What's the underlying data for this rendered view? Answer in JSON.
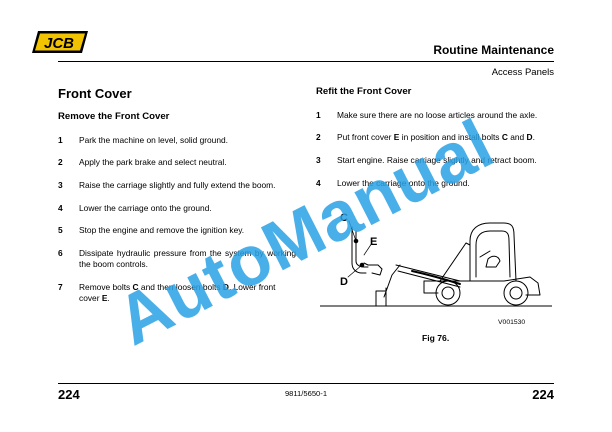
{
  "header": {
    "logo_text": "JCB",
    "title": "Routine Maintenance",
    "subtitle": "Access Panels"
  },
  "main": {
    "title": "Front Cover",
    "remove": {
      "heading": "Remove the Front Cover",
      "steps": [
        {
          "num": "1",
          "text": "Park the machine on level, solid ground."
        },
        {
          "num": "2",
          "text": "Apply the park brake and select neutral."
        },
        {
          "num": "3",
          "text": "Raise the carriage slightly and fully extend the boom."
        },
        {
          "num": "4",
          "text": "Lower the carriage onto the ground."
        },
        {
          "num": "5",
          "text": "Stop the engine and remove the ignition key."
        },
        {
          "num": "6",
          "text": "Dissipate hydraulic pressure from the system by working the boom controls."
        },
        {
          "num": "7",
          "t1": "Remove bolts ",
          "b1": "C",
          "t2": " and then loosen bolts ",
          "b2": "D",
          "t3": ". Lower front cover ",
          "b3": "E",
          "t4": "."
        }
      ]
    },
    "refit": {
      "heading": "Refit the Front Cover",
      "steps": [
        {
          "num": "1",
          "text": "Make sure there are no loose articles around the axle."
        },
        {
          "num": "2",
          "t1": "Put front cover ",
          "b1": "E",
          "t2": " in position and install bolts ",
          "b2": "C",
          "t3": " and ",
          "b3": "D",
          "t4": "."
        },
        {
          "num": "3",
          "text": "Start engine. Raise carriage slightly and retract boom."
        },
        {
          "num": "4",
          "text": "Lower the carriage onto the ground."
        }
      ]
    }
  },
  "figure": {
    "labels": {
      "c": "C",
      "e": "E",
      "d": "D"
    },
    "code": "V001530",
    "caption": "Fig 76."
  },
  "footer": {
    "page_left": "224",
    "doc_code": "9811/5650-1",
    "page_right": "224"
  },
  "watermark": "AutoManual"
}
